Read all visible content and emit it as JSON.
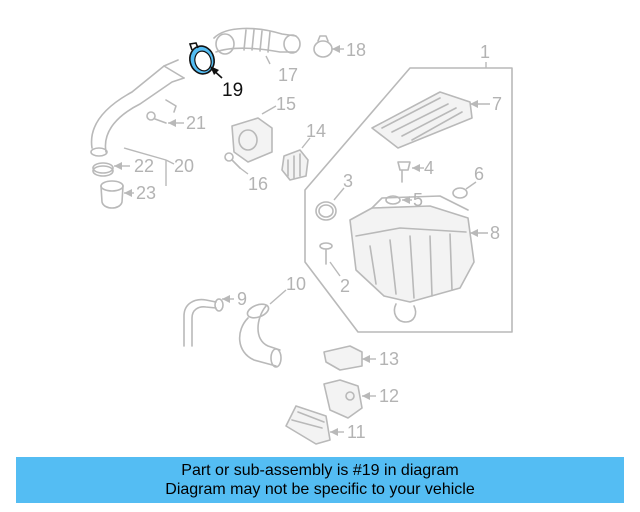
{
  "diagram": {
    "callouts": {
      "c1": "1",
      "c2": "2",
      "c3": "3",
      "c4": "4",
      "c5": "5",
      "c6": "6",
      "c7": "7",
      "c8": "8",
      "c9": "9",
      "c10": "10",
      "c11": "11",
      "c12": "12",
      "c13": "13",
      "c14": "14",
      "c15": "15",
      "c16": "16",
      "c17": "17",
      "c18": "18",
      "c19": "19",
      "c20": "20",
      "c21": "21",
      "c22": "22",
      "c23": "23"
    },
    "highlighted_part": "19",
    "colors": {
      "highlight": "#54bdf3",
      "line": "#b9b9b9",
      "banner": "#54bdf3"
    }
  },
  "banner": {
    "line1": "Part or sub-assembly is #19 in diagram",
    "line2": "Diagram may not be specific to your vehicle"
  }
}
